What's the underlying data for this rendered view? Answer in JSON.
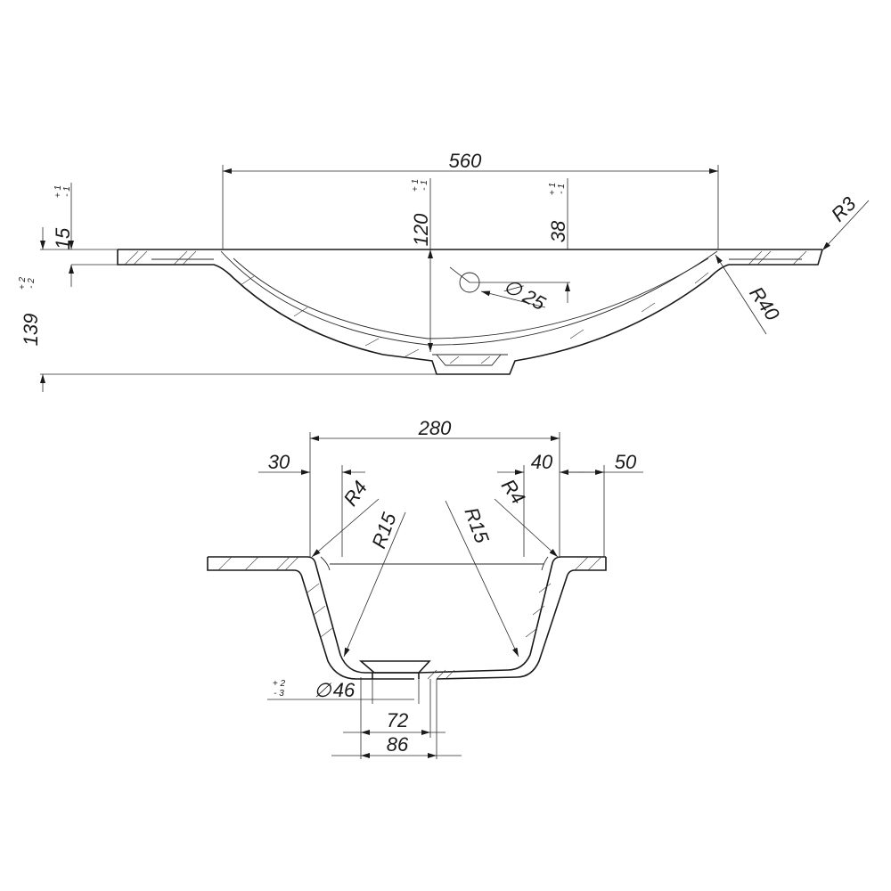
{
  "colors": {
    "line": "#1a1a1a",
    "background": "#ffffff"
  },
  "top_view": {
    "width_dim": "560",
    "flange_thickness_dim": "15",
    "flange_tol_upper": "+ 1",
    "flange_tol_lower": "- 1",
    "depth_dim": "120",
    "depth_tol_upper": "+ 1",
    "depth_tol_lower": "- 1",
    "overflow_offset_dim": "38",
    "overflow_tol_upper": "+ 1",
    "overflow_tol_lower": "- 1",
    "total_height_dim": "139",
    "height_tol_upper": "+ 2",
    "height_tol_lower": "- 2",
    "overflow_diameter_symbol": "∅",
    "overflow_diameter_dim": "25",
    "edge_radius": "R3",
    "bowl_radius": "R40"
  },
  "section_view": {
    "bowl_width_dim": "280",
    "left_flange_dim": "30",
    "right_wall_dim": "40",
    "right_flange_dim": "50",
    "left_corner_radius": "R4",
    "right_corner_radius": "R4",
    "left_bottom_radius": "R15",
    "right_bottom_radius": "R15",
    "drain_diameter_symbol": "∅",
    "drain_diameter_dim": "46",
    "drain_tol_upper": "+ 2",
    "drain_tol_lower": "- 3",
    "drain_inner_dim": "72",
    "drain_outer_dim": "86"
  }
}
